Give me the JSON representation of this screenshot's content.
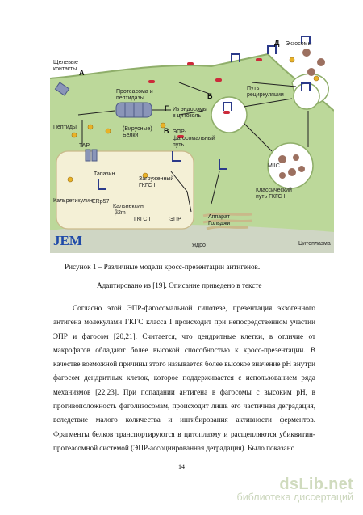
{
  "figure": {
    "journal_logo": "JEM",
    "labels": {
      "letter_a": "А",
      "letter_b": "Б",
      "letter_v": "В",
      "letter_g": "Г",
      "letter_d": "Д",
      "gap_junctions": "Щелевые\nконтакты",
      "proteasome": "Протеасома и\nпептидазы",
      "peptides": "Пептиды",
      "from_endosomes": "Из эндосомы\nв цитозоль",
      "viral_proteins": "(Вирусные)\nБелки",
      "er_phagosome_path": "ЭПР-\nфагосомальный\nпуть",
      "recycling_path": "Путь\nрециркуляции",
      "exosomes": "Экзосомы",
      "tap": "TAP",
      "tapasin": "Тапазин",
      "loaded_mhc": "Загруженный\nГКГС I",
      "calreticulin": "Кальретикулин",
      "erp57": "ERp57",
      "calnexin": "Кальнексин",
      "b2m": "β2m",
      "mhc1": "ГКГС I",
      "er": "ЭПР",
      "miic": "MIIC",
      "classic_path": "Классический\nпуть ГКГС I",
      "golgi": "Аппарат\nГольджи",
      "nucleus": "Ядро",
      "cytoplasm": "Цитоплазма"
    }
  },
  "caption_line1": "Рисунок 1 – Различные модели кросс-презентации антигенов.",
  "caption_line2": "Адаптировано из [19]. Описание приведено в тексте",
  "paragraph": "Согласно этой ЭПР-фагосомальной гипотезе, презентация экзогенного антигена молекулами ГКГС класса I происходит при непосредственном участии ЭПР и фагосом [20,21]. Считается, что дендритные клетки, в отличие от макрофагов обладают более высокой способностью к кросс-презентации. В качестве возможной причины этого называется более высокое значение pH внутри фагосом дендритных клеток, которое поддерживается с использованием ряда механизмов [22,23]. При попадании антигена в фагосомы с высоким pH, в противоположность фаголизосомам, происходит лишь его частичная деградация, вследствие малого количества и ингибирования активности ферментов. Фрагменты белков транспортируются в цитоплазму и расщепляются убиквитин-протеасомной системой (ЭПР-ассоциированная деградация). Было показано",
  "page_number": "14",
  "watermark": {
    "main": "dsLib.net",
    "sub": "библиотека диссертаций"
  }
}
